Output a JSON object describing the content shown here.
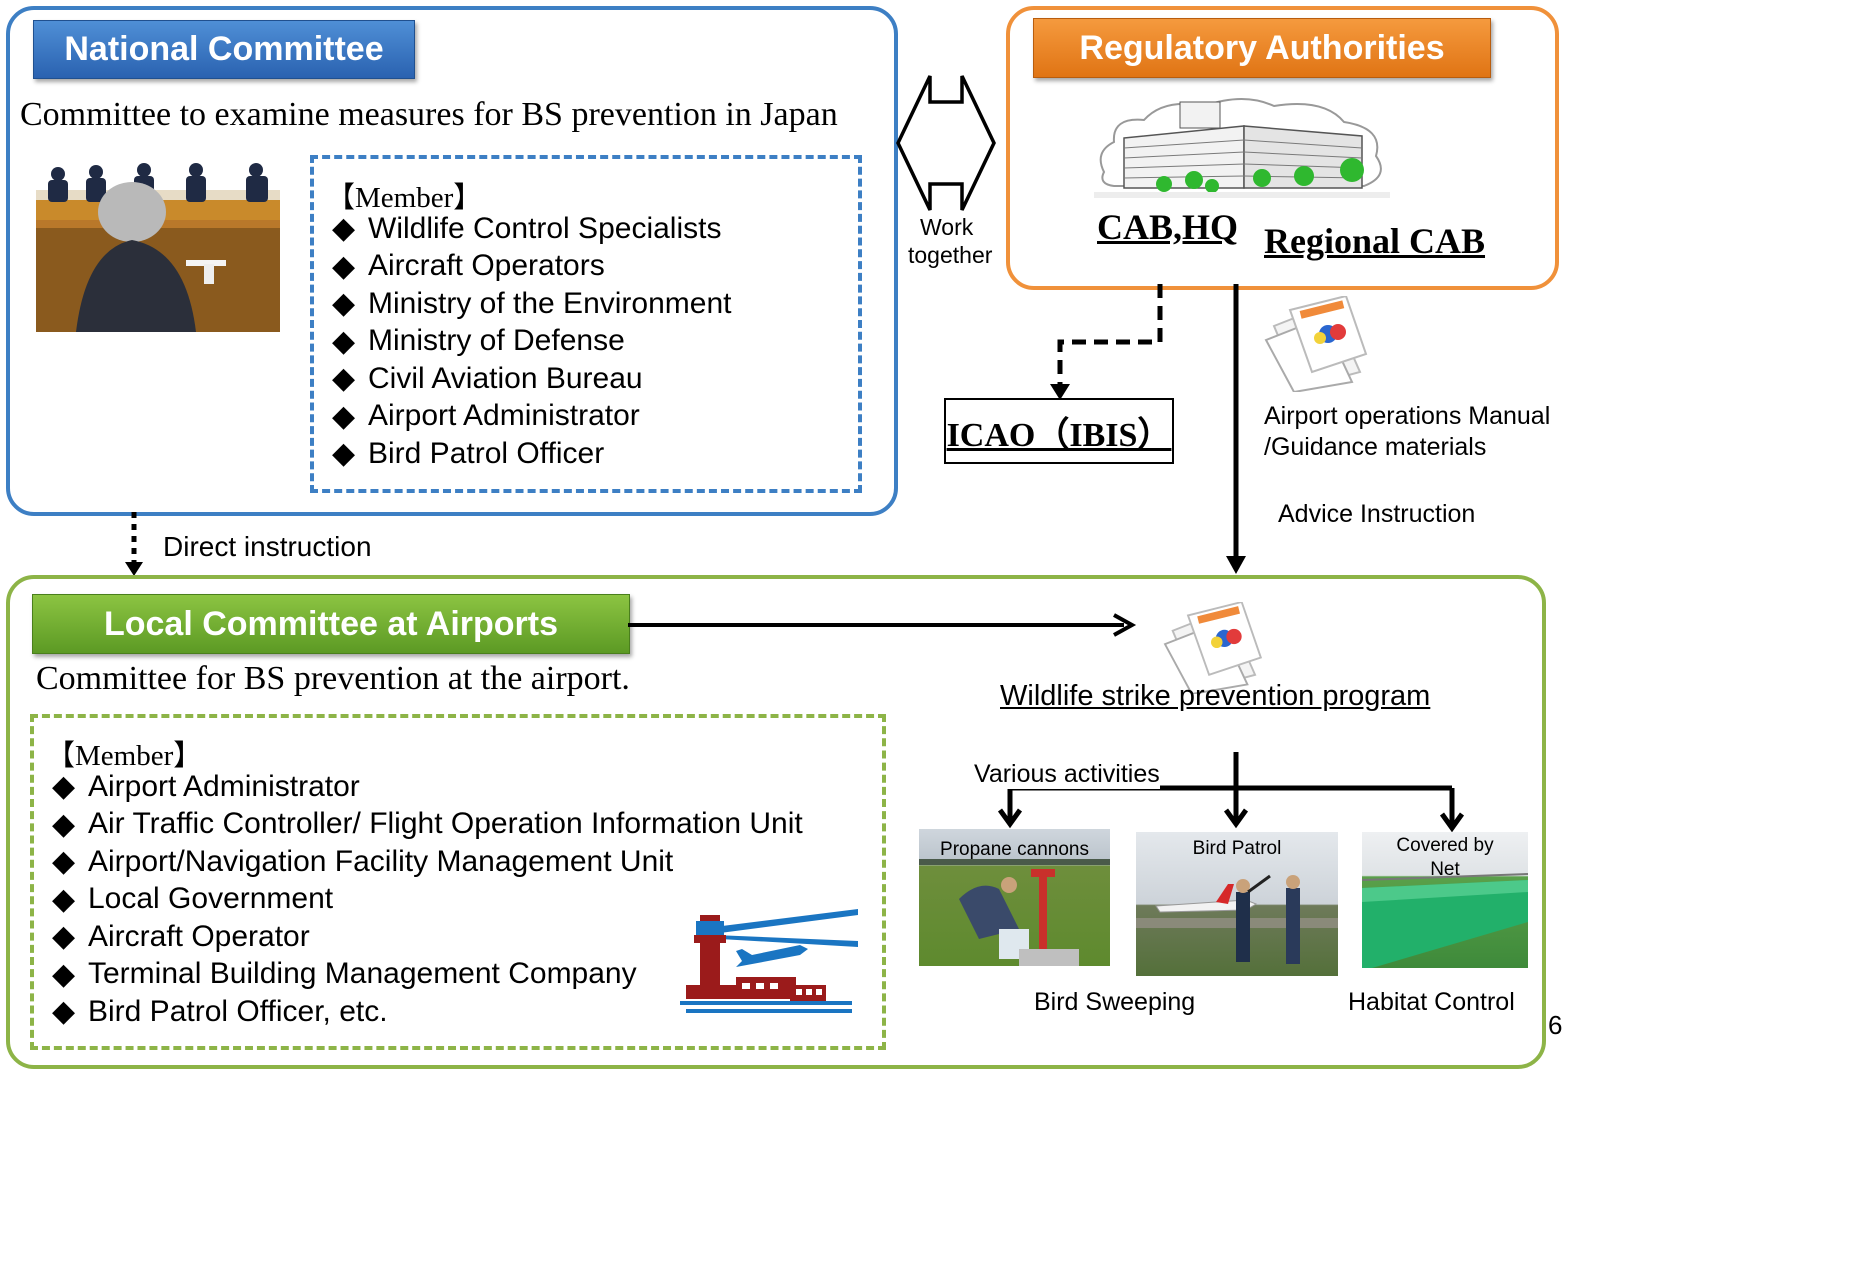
{
  "national": {
    "title": "National Committee",
    "subtitle": "Committee to examine measures for BS prevention in Japan",
    "member_heading": "【Member】",
    "bullet": "◆",
    "members": [
      "Wildlife Control Specialists",
      "Aircraft Operators",
      "Ministry of the Environment",
      "Ministry of Defense",
      "Civil Aviation Bureau",
      "Airport Administrator",
      "Bird Patrol Officer"
    ]
  },
  "work_together": {
    "line1": "Work",
    "line2": "together"
  },
  "regulatory": {
    "title": "Regulatory Authorities",
    "cab_hq": "CAB,HQ",
    "regional_cab": "Regional CAB"
  },
  "icao": "ICAO（IBIS）",
  "manual": {
    "line1": "Airport operations Manual",
    "line2": "/Guidance materials",
    "advice": "Advice  Instruction"
  },
  "direct_instruction": "Direct  instruction",
  "local": {
    "title": "Local  Committee at Airports",
    "subtitle": "Committee for BS prevention  at the airport.",
    "member_heading": "【Member】",
    "bullet": "◆",
    "members": [
      "Airport Administrator",
      "Air Traffic Controller/ Flight Operation Information Unit",
      "Airport/Navigation Facility Management Unit",
      "Local Government",
      "Aircraft Operator",
      "Terminal Building Management Company",
      "Bird Patrol Officer, etc."
    ]
  },
  "program": {
    "title": "Wildlife strike prevention program",
    "various": "Various activities",
    "photos": [
      "Propane cannons",
      "Bird Patrol",
      "Covered by Net"
    ],
    "bird_sweeping": "Bird Sweeping",
    "habitat_control": "Habitat Control"
  },
  "page_number": "6",
  "colors": {
    "national_border": "#3d7fc4",
    "national_header": "#2a66b5",
    "regulatory_border": "#f0913a",
    "regulatory_header": "#ec7f1e",
    "local_border": "#8db447",
    "local_header": "#6da22e"
  }
}
